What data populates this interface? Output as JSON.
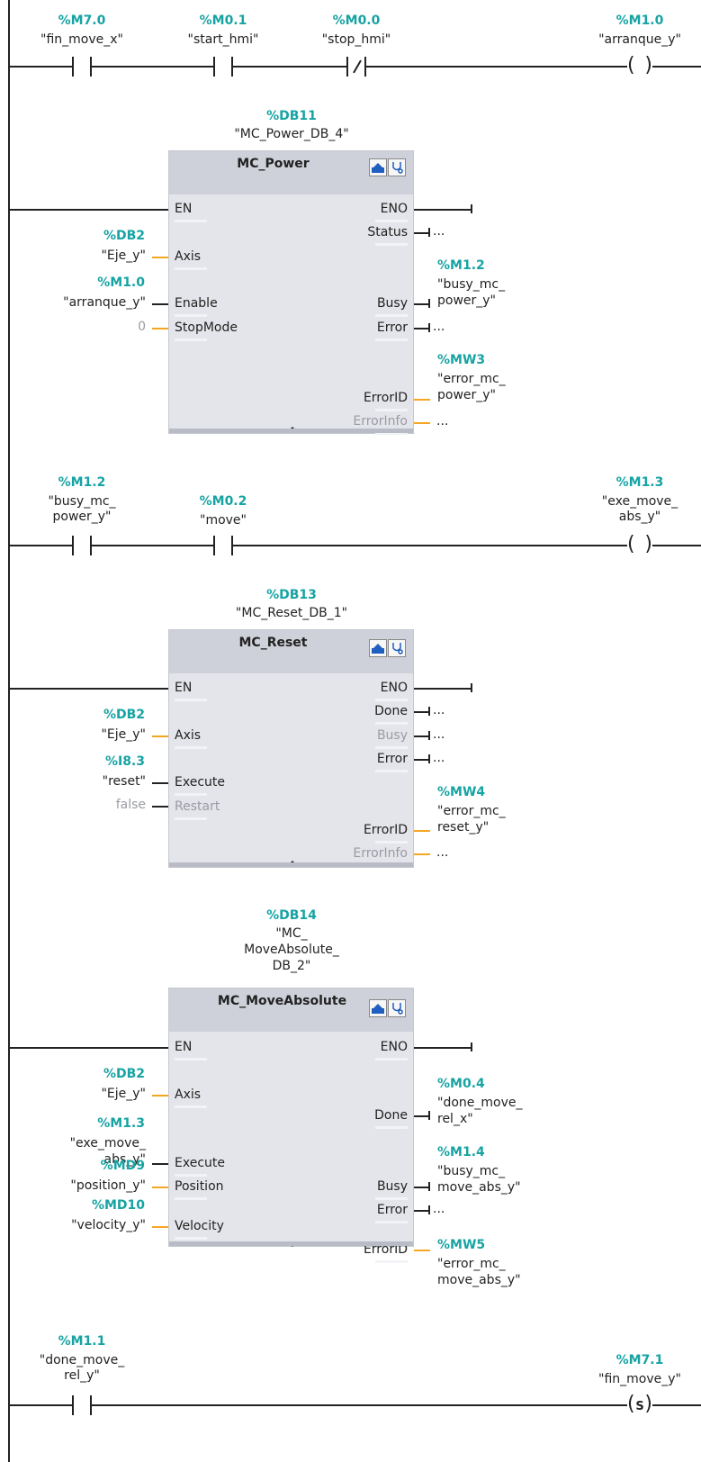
{
  "rung1": {
    "c1": {
      "addr": "%M7.0",
      "tag": "\"fin_move_x\""
    },
    "c2": {
      "addr": "%M0.1",
      "tag": "\"start_hmi\""
    },
    "c3": {
      "addr": "%M0.0",
      "tag": "\"stop_hmi\""
    },
    "coil": {
      "addr": "%M1.0",
      "tag": "\"arranque_y\""
    }
  },
  "power": {
    "db": "%DB11",
    "instance": "\"MC_Power_DB_4\"",
    "title": "MC_Power",
    "in_en": "EN",
    "in_axis": "Axis",
    "axis_addr": "%DB2",
    "axis_tag": "\"Eje_y\"",
    "in_enable": "Enable",
    "enable_addr": "%M1.0",
    "enable_tag": "\"arranque_y\"",
    "in_stopmode": "StopMode",
    "stopmode_val": "0",
    "out_eno": "ENO",
    "out_status": "Status",
    "out_busy": "Busy",
    "busy_addr": "%M1.2",
    "busy_tag1": "\"busy_mc_",
    "busy_tag2": "power_y\"",
    "out_error": "Error",
    "out_errorid": "ErrorID",
    "errorid_addr": "%MW3",
    "errorid_tag1": "\"error_mc_",
    "errorid_tag2": "power_y\"",
    "out_errorinfo": "ErrorInfo",
    "dots": "..."
  },
  "rung2": {
    "c1": {
      "addr": "%M1.2",
      "tag1": "\"busy_mc_",
      "tag2": "power_y\""
    },
    "c2": {
      "addr": "%M0.2",
      "tag": "\"move\""
    },
    "coil": {
      "addr": "%M1.3",
      "tag1": "\"exe_move_",
      "tag2": "abs_y\""
    }
  },
  "reset": {
    "db": "%DB13",
    "instance": "\"MC_Reset_DB_1\"",
    "title": "MC_Reset",
    "in_en": "EN",
    "in_axis": "Axis",
    "axis_addr": "%DB2",
    "axis_tag": "\"Eje_y\"",
    "in_execute": "Execute",
    "execute_addr": "%I8.3",
    "execute_tag": "\"reset\"",
    "in_restart": "Restart",
    "restart_val": "false",
    "out_eno": "ENO",
    "out_done": "Done",
    "out_busy": "Busy",
    "out_error": "Error",
    "out_errorid": "ErrorID",
    "errorid_addr": "%MW4",
    "errorid_tag1": "\"error_mc_",
    "errorid_tag2": "reset_y\"",
    "out_errorinfo": "ErrorInfo",
    "dots": "..."
  },
  "moveabs": {
    "db": "%DB14",
    "instance1": "\"MC_",
    "instance2": "MoveAbsolute_",
    "instance3": "DB_2\"",
    "title": "MC_MoveAbsolute",
    "in_en": "EN",
    "in_axis": "Axis",
    "axis_addr": "%DB2",
    "axis_tag": "\"Eje_y\"",
    "in_execute": "Execute",
    "execute_addr": "%M1.3",
    "execute_tag1": "\"exe_move_",
    "execute_tag2": "abs_y\"",
    "in_position": "Position",
    "position_addr": "%MD9",
    "position_tag": "\"position_y\"",
    "in_velocity": "Velocity",
    "velocity_addr": "%MD10",
    "velocity_tag": "\"velocity_y\"",
    "out_eno": "ENO",
    "out_done": "Done",
    "done_addr": "%M0.4",
    "done_tag1": "\"done_move_",
    "done_tag2": "rel_x\"",
    "out_busy": "Busy",
    "busy_addr": "%M1.4",
    "busy_tag1": "\"busy_mc_",
    "busy_tag2": "move_abs_y\"",
    "out_error": "Error",
    "out_errorid": "ErrorID",
    "errorid_addr": "%MW5",
    "errorid_tag1": "\"error_mc_",
    "errorid_tag2": "move_abs_y\"",
    "dots": "..."
  },
  "rung3": {
    "c1": {
      "addr": "%M1.1",
      "tag1": "\"done_move_",
      "tag2": "rel_y\""
    },
    "coil": {
      "addr": "%M7.1",
      "tag": "\"fin_move_y\"",
      "type": "S"
    }
  },
  "icons": {
    "block": "block-icon",
    "diag": "stethoscope-icon"
  },
  "colors": {
    "address": "#17a3a3",
    "orange_wire": "#f5a623",
    "block_bg": "#e4e5ea"
  }
}
